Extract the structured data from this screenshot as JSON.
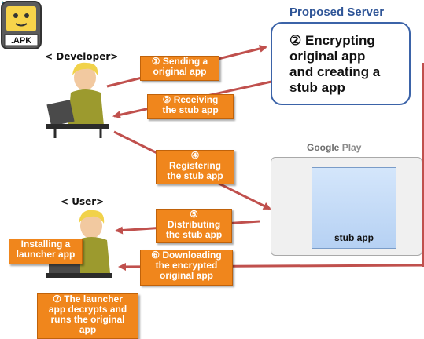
{
  "roles": {
    "developer": "< Developer>",
    "user": "< User>"
  },
  "server": {
    "title": "Proposed Server",
    "box_lines": [
      "② Encrypting",
      "original app",
      "and creating a",
      "stub app"
    ]
  },
  "store": {
    "brand_google": "Google",
    "brand_play": "Play",
    "apk_badge": ".APK",
    "apk_label": "stub app"
  },
  "steps": {
    "s1": [
      "① Sending a",
      "original app"
    ],
    "s3": [
      "③ Receiving",
      "the stub app"
    ],
    "s4": [
      "④",
      "Registering",
      "the stub app"
    ],
    "s5": [
      "⑤",
      "Distributing",
      "the stub app"
    ],
    "s6": [
      "⑥ Downloading",
      "the encrypted",
      "original app"
    ],
    "install": [
      "Installing a",
      "launcher app"
    ],
    "s7": [
      "⑦ The launcher",
      "app decrypts and",
      "runs the original",
      "app"
    ]
  },
  "colors": {
    "step_box": "#f0861c",
    "arrow": "#c0504d",
    "server_border": "#3b63a8",
    "server_title": "#2f5597"
  }
}
